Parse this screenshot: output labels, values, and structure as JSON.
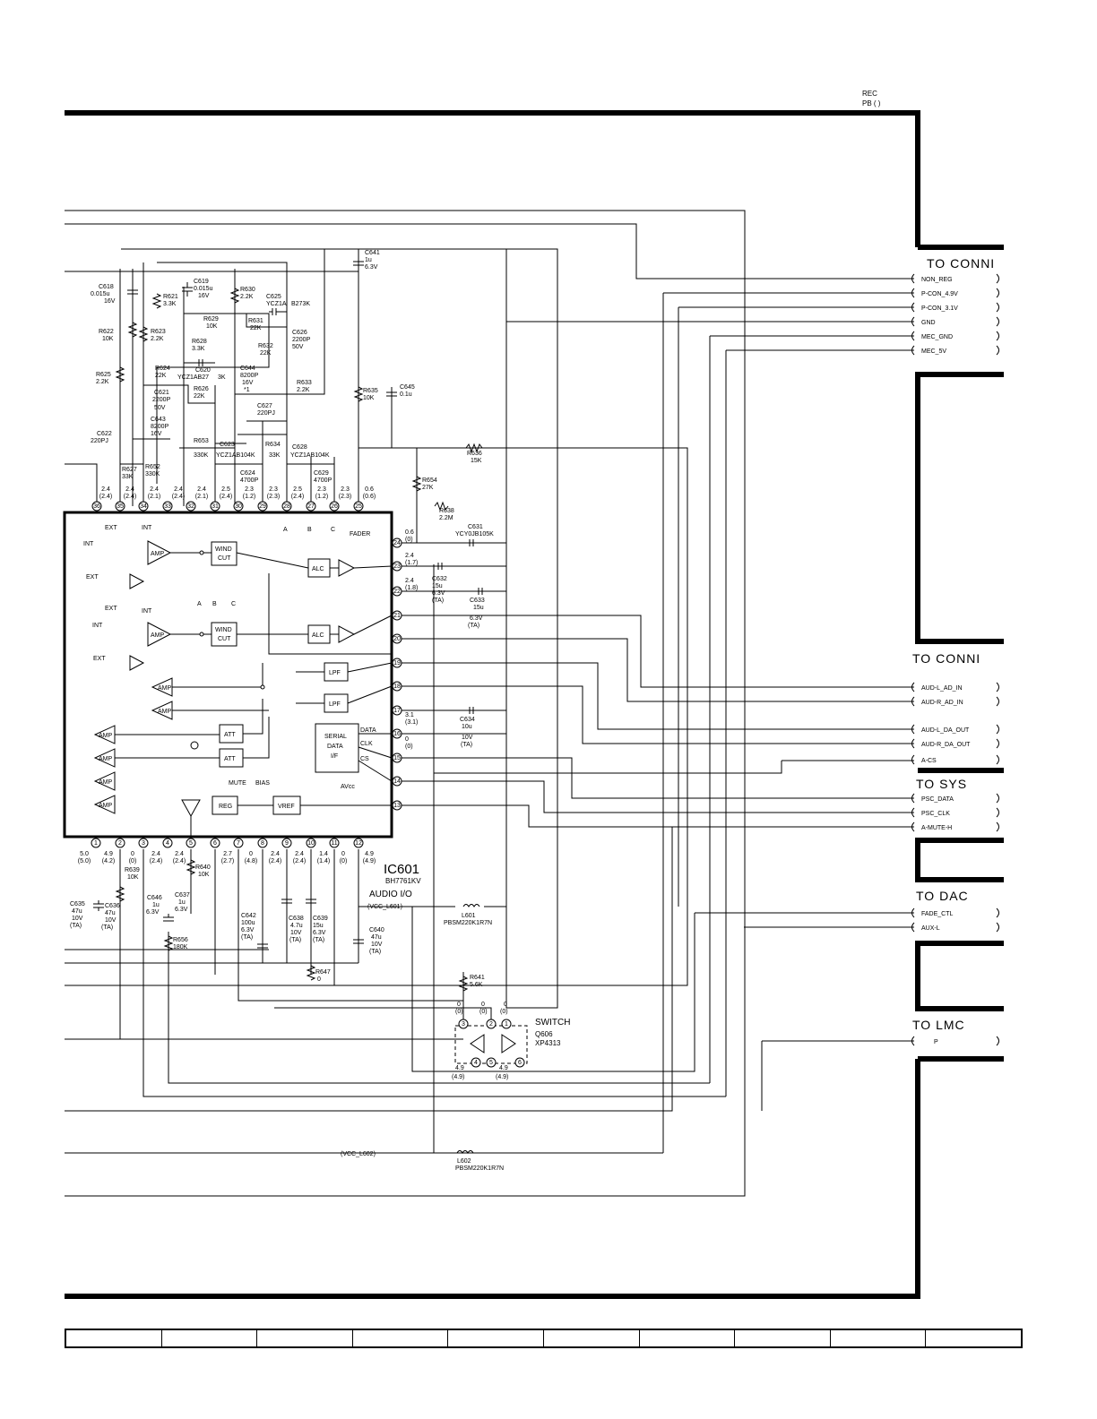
{
  "legend": {
    "rec": "REC",
    "pb": "PB (  )"
  },
  "connectors": [
    {
      "title": "TO CONNI",
      "signals": [
        "NON_REG",
        "P-CON_4.9V",
        "P-CON_3.1V",
        "GND",
        "MEC_GND",
        "MEC_5V"
      ]
    },
    {
      "title": "TO CONNI",
      "signals": [
        "AUD-L_AD_IN",
        "AUD-R_AD_IN",
        "AUD-L_DA_OUT",
        "AUD-R_DA_OUT",
        "A-CS"
      ]
    },
    {
      "title": "TO SYS",
      "signals": [
        "PSC_DATA",
        "PSC_CLK",
        "A-MUTE-H"
      ]
    },
    {
      "title": "TO DAC",
      "signals": [
        "FADE_CTL",
        "AUX-L"
      ]
    },
    {
      "title": "TO LMC",
      "signals": [
        "P"
      ]
    }
  ],
  "ic": {
    "ref": "IC601",
    "part": "BH7761KV",
    "function": "AUDIO I/O"
  },
  "switch": {
    "label": "SWITCH",
    "ref": "Q606",
    "part": "XP4313"
  },
  "inductors": [
    {
      "ref": "L601",
      "part": "PBSM220K1R7N",
      "net": "(VCC_L601)"
    },
    {
      "ref": "L602",
      "part": "PBSM220K1R7N",
      "net": "(VCC_L602)"
    }
  ],
  "blocks": {
    "amp": "AMP",
    "wind_cut": "WIND",
    "cut": "CUT",
    "alc": "ALC",
    "lpf": "LPF",
    "att": "ATT",
    "serial1": "SERIAL",
    "serial2": "DATA",
    "serial3": "I/F",
    "reg": "REG",
    "vref": "VREF",
    "mute": "MUTE",
    "bias": "BIAS",
    "avcc": "AVcc",
    "fader": "FADER",
    "data": "DATA",
    "clk": "CLK",
    "cs": "CS",
    "int": "INT",
    "ext": "EXT",
    "a": "A",
    "b": "B",
    "c": "C"
  },
  "top_pins": [
    {
      "n": "36",
      "rec": "2.4",
      "pb": "(2.4)"
    },
    {
      "n": "35",
      "rec": "2.4",
      "pb": "(2.4)"
    },
    {
      "n": "34",
      "rec": "2.4",
      "pb": "(2.1)"
    },
    {
      "n": "33",
      "rec": "2.4",
      "pb": "(2.4)"
    },
    {
      "n": "32",
      "rec": "2.4",
      "pb": "(2.1)"
    },
    {
      "n": "31",
      "rec": "2.5",
      "pb": "(2.4)"
    },
    {
      "n": "30",
      "rec": "2.3",
      "pb": "(1.2)"
    },
    {
      "n": "29",
      "rec": "2.3",
      "pb": "(2.3)"
    },
    {
      "n": "28",
      "rec": "2.5",
      "pb": "(2.4)"
    },
    {
      "n": "27",
      "rec": "2.3",
      "pb": "(1.2)"
    },
    {
      "n": "26",
      "rec": "2.3",
      "pb": "(2.3)"
    },
    {
      "n": "25",
      "rec": "0.6",
      "pb": "(0.6)"
    }
  ],
  "right_pins": [
    {
      "n": "24",
      "rec": "0.6",
      "pb": "(0)"
    },
    {
      "n": "23",
      "rec": "2.4",
      "pb": "(1.7)"
    },
    {
      "n": "22",
      "rec": "2.4",
      "pb": "(1.8)"
    },
    {
      "n": "21",
      "rec": "",
      "pb": ""
    },
    {
      "n": "20",
      "rec": "",
      "pb": ""
    },
    {
      "n": "19",
      "rec": "",
      "pb": ""
    },
    {
      "n": "18",
      "rec": "",
      "pb": ""
    },
    {
      "n": "17",
      "rec": "3.1",
      "pb": "(3.1)"
    },
    {
      "n": "16",
      "rec": "0",
      "pb": "(0)"
    },
    {
      "n": "15",
      "rec": "",
      "pb": ""
    },
    {
      "n": "14",
      "rec": "",
      "pb": ""
    },
    {
      "n": "13",
      "rec": "",
      "pb": ""
    }
  ],
  "bottom_pins": [
    {
      "n": "1",
      "rec": "5.0",
      "pb": "(5.0)"
    },
    {
      "n": "2",
      "rec": "4.9",
      "pb": "(4.2)"
    },
    {
      "n": "3",
      "rec": "0",
      "pb": "(0)"
    },
    {
      "n": "4",
      "rec": "2.4",
      "pb": "(2.4)"
    },
    {
      "n": "5",
      "rec": "2.4",
      "pb": "(2.4)"
    },
    {
      "n": "6",
      "rec": "2.7",
      "pb": "(2.7)"
    },
    {
      "n": "7",
      "rec": "0",
      "pb": "(4.8)"
    },
    {
      "n": "8",
      "rec": "2.4",
      "pb": "(2.4)"
    },
    {
      "n": "9",
      "rec": "2.4",
      "pb": "(2.4)"
    },
    {
      "n": "10",
      "rec": "1.4",
      "pb": "(1.4)"
    },
    {
      "n": "11",
      "rec": "0",
      "pb": "(0)"
    },
    {
      "n": "12",
      "rec": "4.9",
      "pb": "(4.9)"
    }
  ],
  "switch_pins": {
    "top": [
      {
        "n": "3",
        "v": "0",
        "pb": "(0)"
      },
      {
        "n": "2",
        "v": "0",
        "pb": "(0)"
      },
      {
        "n": "1",
        "v": "0",
        "pb": "(0)"
      }
    ],
    "bottom": [
      {
        "n": "4",
        "v": "4.9",
        "pb": "(4.9)"
      },
      {
        "n": "5",
        "v": "",
        "pb": ""
      },
      {
        "n": "6",
        "v": "4.9",
        "pb": "(4.9)"
      }
    ]
  },
  "components": [
    {
      "id": "C618",
      "lines": [
        "C618",
        "0.015u",
        "16V"
      ]
    },
    {
      "id": "R621",
      "lines": [
        "R621",
        "3.3K"
      ]
    },
    {
      "id": "C619",
      "lines": [
        "C619",
        "0.015u",
        "16V"
      ]
    },
    {
      "id": "R630",
      "lines": [
        "R630",
        "2.2K"
      ]
    },
    {
      "id": "C625",
      "lines": [
        "C625",
        "YCZ1A",
        "B273K"
      ]
    },
    {
      "id": "R629",
      "lines": [
        "R629",
        "10K"
      ]
    },
    {
      "id": "R631",
      "lines": [
        "R631",
        "22K"
      ]
    },
    {
      "id": "C626",
      "lines": [
        "C626",
        "2200P",
        "50V"
      ]
    },
    {
      "id": "R622",
      "lines": [
        "R622",
        "10K"
      ]
    },
    {
      "id": "R623",
      "lines": [
        "R623",
        "2.2K"
      ]
    },
    {
      "id": "R628",
      "lines": [
        "R628",
        "3.3K"
      ]
    },
    {
      "id": "R632",
      "lines": [
        "R632",
        "22K"
      ]
    },
    {
      "id": "R624",
      "lines": [
        "R624",
        "22K"
      ]
    },
    {
      "id": "C620",
      "lines": [
        "C620",
        "YCZ1AB27",
        "3K"
      ]
    },
    {
      "id": "C644",
      "lines": [
        "C644",
        "8200P",
        "16V",
        "*1"
      ]
    },
    {
      "id": "R625",
      "lines": [
        "R625",
        "2.2K"
      ]
    },
    {
      "id": "C621",
      "lines": [
        "C621",
        "2200P",
        "50V"
      ]
    },
    {
      "id": "R626",
      "lines": [
        "R626",
        "22K"
      ]
    },
    {
      "id": "R633",
      "lines": [
        "R633",
        "2.2K"
      ]
    },
    {
      "id": "C643",
      "lines": [
        "C643",
        "8200P",
        "16V"
      ]
    },
    {
      "id": "C627",
      "lines": [
        "C627",
        "220PJ"
      ]
    },
    {
      "id": "C622",
      "lines": [
        "C622",
        "220PJ"
      ]
    },
    {
      "id": "R653",
      "lines": [
        "R653",
        "330K"
      ]
    },
    {
      "id": "C623",
      "lines": [
        "C623",
        "YCZ1AB104K"
      ]
    },
    {
      "id": "R634",
      "lines": [
        "R634",
        "33K"
      ]
    },
    {
      "id": "C628",
      "lines": [
        "C628",
        "YCZ1AB104K"
      ]
    },
    {
      "id": "C624",
      "lines": [
        "C624",
        "4700P"
      ]
    },
    {
      "id": "C629",
      "lines": [
        "C629",
        "4700P"
      ]
    },
    {
      "id": "R627",
      "lines": [
        "R627",
        "33K"
      ]
    },
    {
      "id": "R652",
      "lines": [
        "R652",
        "330K"
      ]
    },
    {
      "id": "C641",
      "lines": [
        "C641",
        "1u",
        "6.3V"
      ]
    },
    {
      "id": "R635",
      "lines": [
        "R635",
        "10K"
      ]
    },
    {
      "id": "C645",
      "lines": [
        "C645",
        "0.1u"
      ]
    },
    {
      "id": "R636",
      "lines": [
        "R636",
        "15K"
      ]
    },
    {
      "id": "R654",
      "lines": [
        "R654",
        "27K"
      ]
    },
    {
      "id": "R638",
      "lines": [
        "R638",
        "2.2M"
      ]
    },
    {
      "id": "C631",
      "lines": [
        "C631",
        "YCY0JB105K"
      ]
    },
    {
      "id": "C632",
      "lines": [
        "C632",
        "15u",
        "6.3V",
        "(TA)"
      ]
    },
    {
      "id": "C633",
      "lines": [
        "C633",
        "15u",
        "6.3V",
        "(TA)"
      ]
    },
    {
      "id": "C634",
      "lines": [
        "C634",
        "10u",
        "10V",
        "(TA)"
      ]
    },
    {
      "id": "R639",
      "lines": [
        "R639",
        "10K"
      ]
    },
    {
      "id": "R640",
      "lines": [
        "R640",
        "10K"
      ]
    },
    {
      "id": "C635",
      "lines": [
        "C635",
        "47u",
        "10V",
        "(TA)"
      ]
    },
    {
      "id": "C636",
      "lines": [
        "C636",
        "47u",
        "10V",
        "(TA)"
      ]
    },
    {
      "id": "C646",
      "lines": [
        "C646",
        "1u",
        "6.3V"
      ]
    },
    {
      "id": "C637",
      "lines": [
        "C637",
        "1u",
        "6.3V"
      ]
    },
    {
      "id": "R656",
      "lines": [
        "R656",
        "180K"
      ]
    },
    {
      "id": "C642",
      "lines": [
        "C642",
        "100u",
        "6.3V",
        "(TA)"
      ]
    },
    {
      "id": "C638",
      "lines": [
        "C638",
        "4.7u",
        "10V",
        "(TA)"
      ]
    },
    {
      "id": "C639",
      "lines": [
        "C639",
        "15u",
        "6.3V",
        "(TA)"
      ]
    },
    {
      "id": "C640",
      "lines": [
        "C640",
        "47u",
        "10V",
        "(TA)"
      ]
    },
    {
      "id": "R647",
      "lines": [
        "R647",
        "0"
      ]
    },
    {
      "id": "R641",
      "lines": [
        "R641",
        "5.6K"
      ]
    }
  ],
  "bottom_strip_cells": 10
}
